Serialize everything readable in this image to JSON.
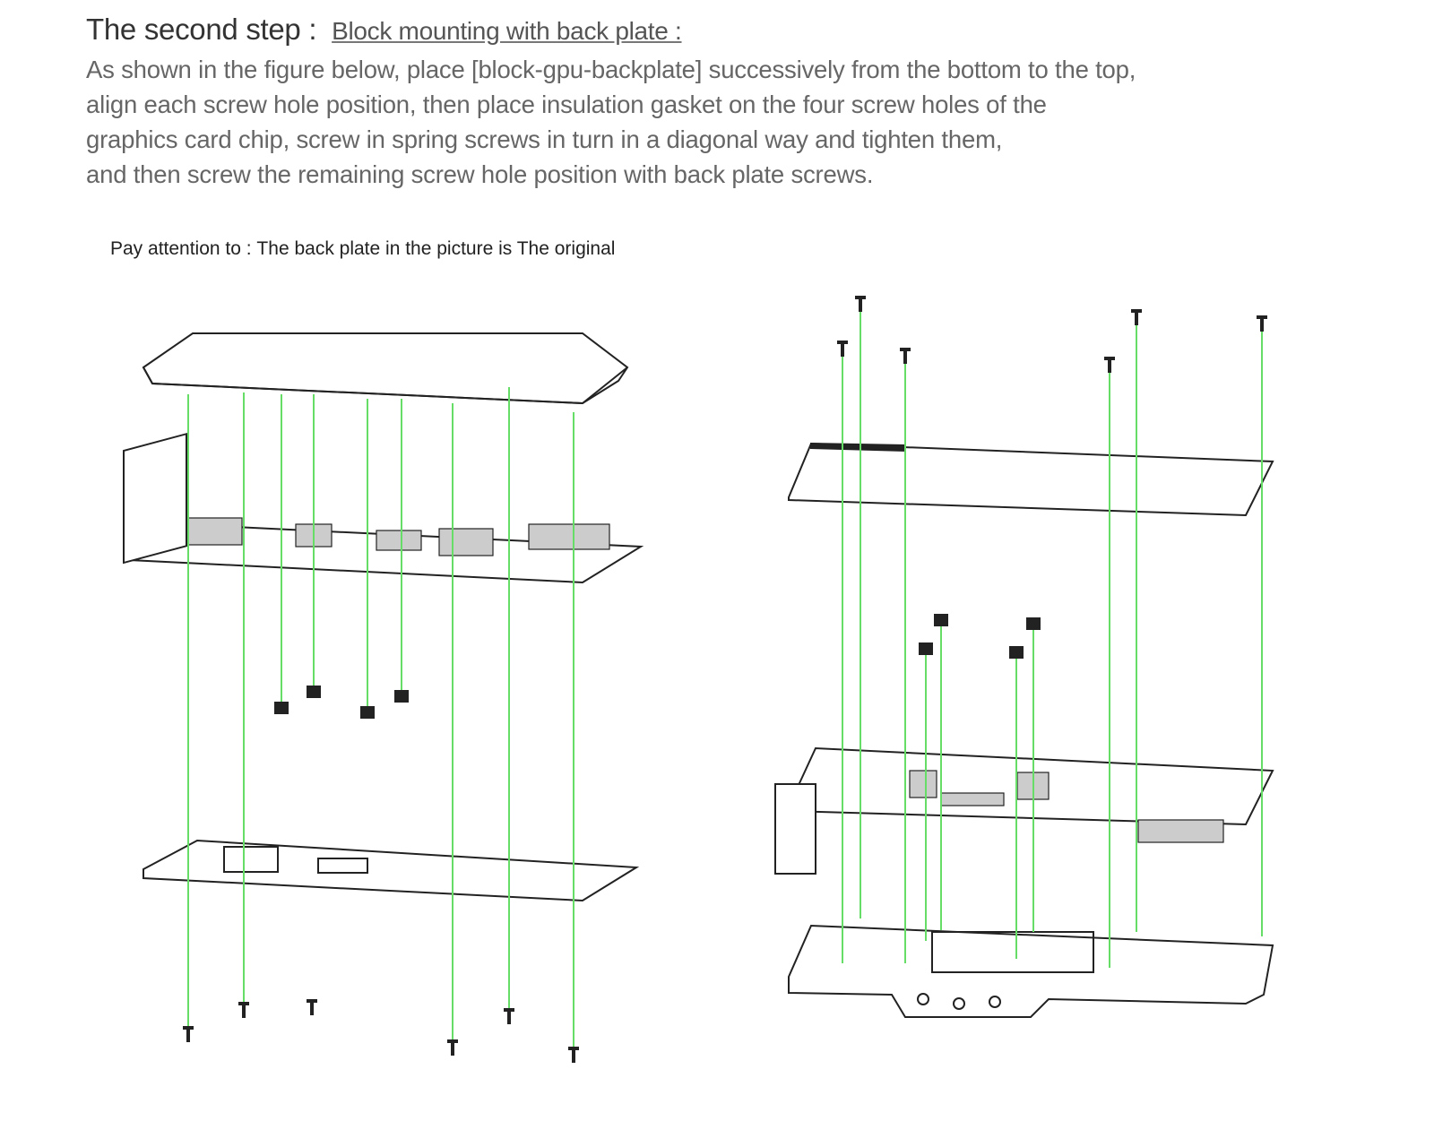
{
  "heading": {
    "step": "The second step :",
    "subtitle": "Block mounting with back plate :"
  },
  "instructions": [
    "As shown in the figure below, place [block-gpu-backplate] successively from the bottom to the top,",
    "align each screw hole position, then place insulation gasket on the four screw holes of the",
    "graphics card chip, screw in spring screws in turn in a diagonal way and tighten them,",
    "and then screw the remaining screw hole position with back plate screws."
  ],
  "note": "Pay attention to : The back plate in the picture is The original",
  "colors": {
    "guide_line": "#66dd66",
    "outline": "#222222"
  }
}
